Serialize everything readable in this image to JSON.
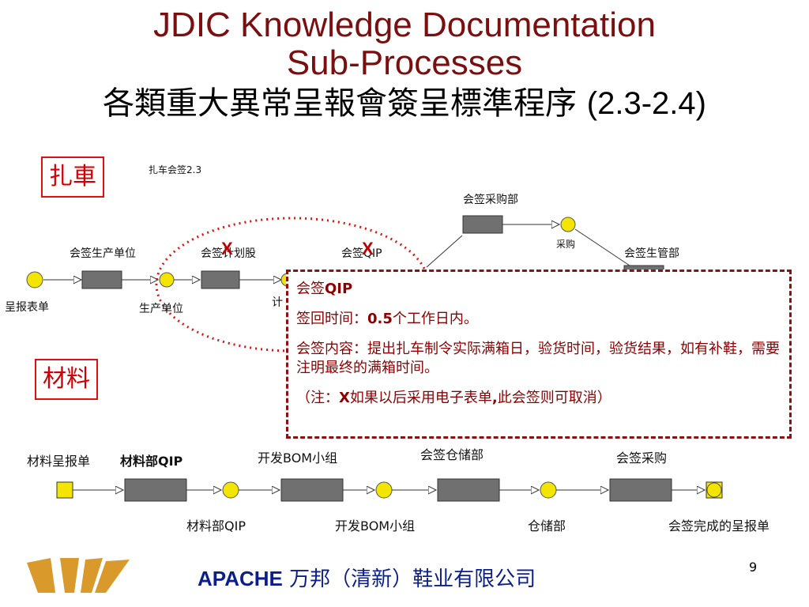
{
  "slide": {
    "title_line1": "JDIC Knowledge Documentation",
    "title_line2": "Sub-Processes",
    "subtitle_cn": "各類重大異常呈報會簽呈標準程序",
    "subtitle_code": "(2.3-2.4)",
    "page_number": "9",
    "company_brand": "APACHE",
    "company_name": "万邦（清新）鞋业有限公司"
  },
  "section_zache": {
    "label": "扎車",
    "diagram_caption": "扎车会签2.3",
    "nodes": {
      "start_label": "呈报表单",
      "step1": "会签生产单位",
      "event1": "生产单位",
      "step2": "会签计划股",
      "event2_partial": "计",
      "step3": "会签QIP",
      "step_top": "会签采购部",
      "event_top": "采购",
      "step4": "会签生管部"
    },
    "marks": [
      "X",
      "X"
    ]
  },
  "callout": {
    "heading_prefix": "会签",
    "heading_bold": "QIP",
    "line1_prefix": "签回时间：",
    "line1_bold": "0.5",
    "line1_suffix": "个工作日内。",
    "line2": "会签内容：提出扎车制令实际满箱日，验货时间，验货结果，如有补鞋，需要注明最终的满箱时间。",
    "line3_prefix": "（注：",
    "line3_bold": "X",
    "line3_mid": "如果以后采用电子表单",
    "line3_bold2": ",",
    "line3_suffix": "此会签则可取消）"
  },
  "section_material": {
    "label": "材料",
    "nodes": {
      "start_label": "材料呈报单",
      "step1": "材料部QIP",
      "event1": "材料部QIP",
      "step2": "开发BOM小组",
      "event2": "开发BOM小组",
      "step3": "会签仓储部",
      "event3": "仓储部",
      "step4": "会签采购",
      "end_label": "会签完成的呈报单"
    }
  },
  "colors": {
    "title": "#7b0f10",
    "accent_red": "#e01010",
    "callout_border": "#8b1212",
    "callout_text": "#8b0000",
    "node_yellow": "#f4e500",
    "task_gray": "#707070",
    "company_blue": "#0b1f8a",
    "logo_orange": "#d99a2b"
  }
}
